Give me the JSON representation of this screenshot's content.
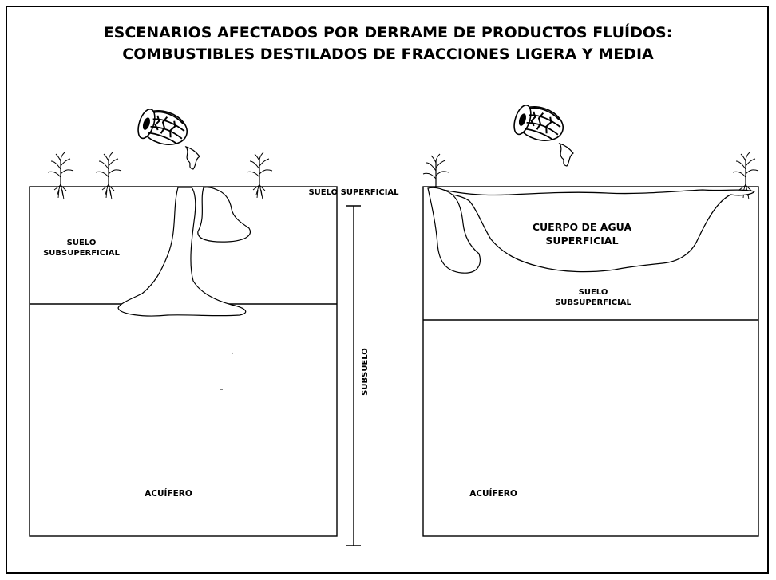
{
  "title": {
    "line1": "ESCENARIOS AFECTADOS POR DERRAME DE PRODUCTOS FLUÍDOS:",
    "line2": "COMBUSTIBLES DESTILADOS DE FRACCIONES LIGERA Y MEDIA"
  },
  "labels": {
    "suelo_superficial": "SUELO SUPERFICIAL",
    "subsuelo": "SUBSUELO",
    "left_subsoil_1": "SUELO",
    "left_subsoil_2": "SUBSUPERFICIAL",
    "left_aquifer": "ACUÍFERO",
    "right_water_1": "CUERPO DE AGUA",
    "right_water_2": "SUPERFICIAL",
    "right_subsoil_1": "SUELO",
    "right_subsoil_2": "SUBSUPERFICIAL",
    "right_aquifer": "ACUÍFERO"
  },
  "icons": [
    "drum-icon",
    "plant-icon"
  ],
  "colors": {
    "line": "#000000",
    "background": "#ffffff"
  }
}
